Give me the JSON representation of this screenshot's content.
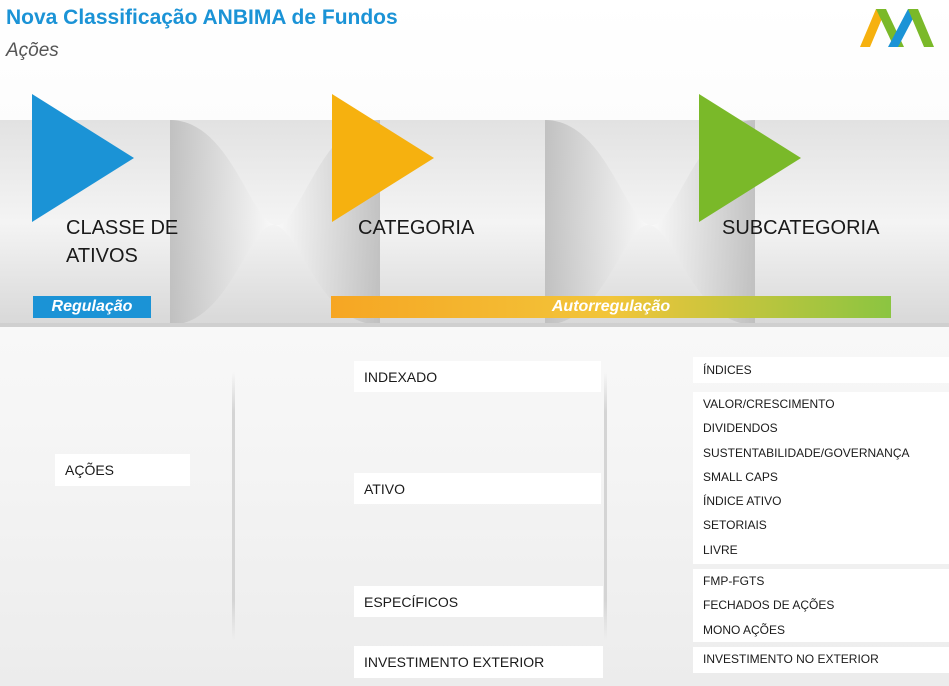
{
  "header": {
    "title": "Nova Classificação ANBIMA de Fundos",
    "subtitle": "Ações"
  },
  "colors": {
    "blue": "#1b93d6",
    "orange": "#f6b10f",
    "green": "#7ab929"
  },
  "stages": [
    {
      "label": "CLASSE DE\nATIVOS",
      "color": "#1b93d6"
    },
    {
      "label": "CATEGORIA",
      "color": "#f6b10f"
    },
    {
      "label": "SUBCATEGORIA",
      "color": "#7ab929"
    }
  ],
  "bars": {
    "regulacao": "Regulação",
    "autorregulacao": "Autorregulação"
  },
  "classe": "AÇÕES",
  "categorias": [
    "INDEXADO",
    "ATIVO",
    "ESPECÍFICOS",
    "INVESTIMENTO EXTERIOR"
  ],
  "subcategorias": [
    [
      "ÍNDICES"
    ],
    [
      "VALOR/CRESCIMENTO",
      "DIVIDENDOS",
      "SUSTENTABILIDADE/GOVERNANÇA",
      "SMALL CAPS",
      "ÍNDICE ATIVO",
      "SETORIAIS",
      "LIVRE"
    ],
    [
      "FMP-FGTS",
      "FECHADOS DE AÇÕES",
      "MONO AÇÕES"
    ],
    [
      "INVESTIMENTO NO EXTERIOR"
    ]
  ]
}
